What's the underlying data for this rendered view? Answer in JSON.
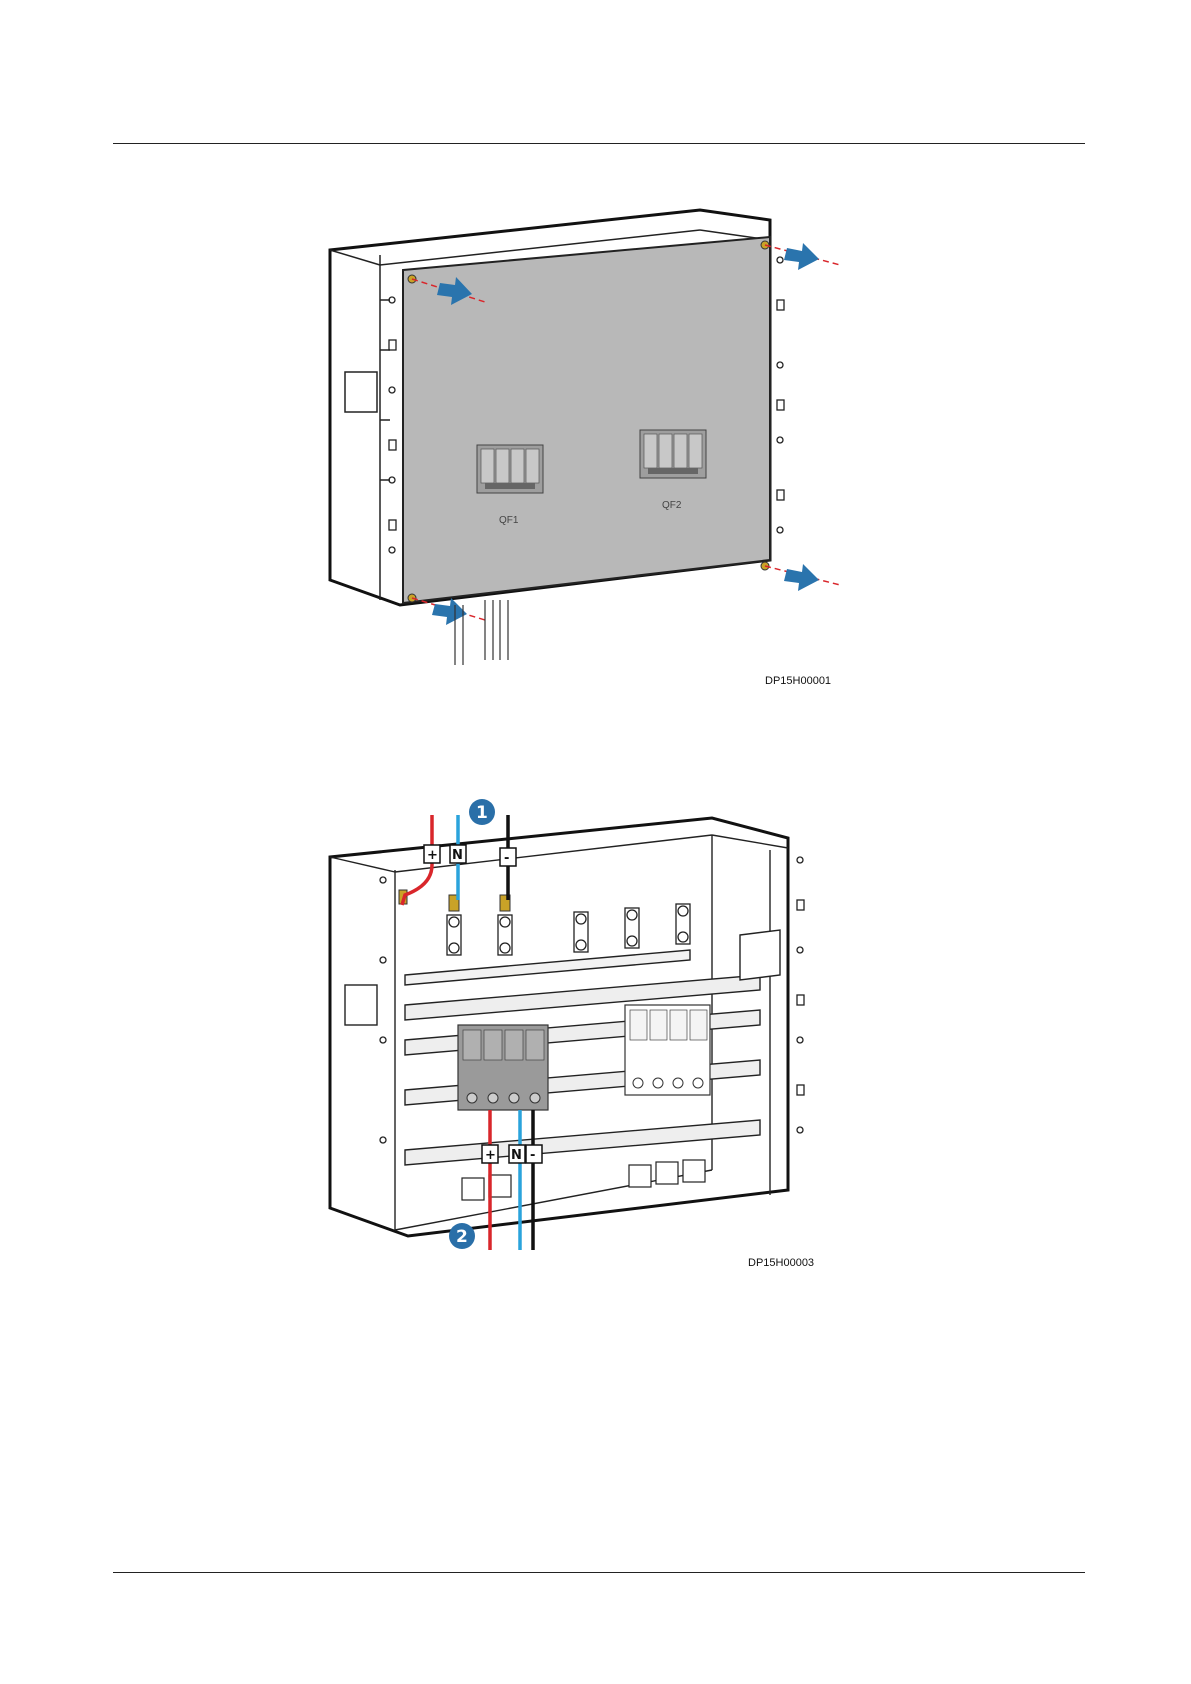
{
  "figure1": {
    "code": "DP15H00001",
    "breakers": [
      {
        "label": "QF1"
      },
      {
        "label": "QF2"
      }
    ]
  },
  "figure2": {
    "code": "DP15H00003",
    "callouts": [
      "1",
      "2"
    ],
    "terminals_top": [
      "+",
      "N",
      "-"
    ],
    "terminals_bottom": [
      "+",
      "N",
      "-"
    ]
  },
  "colors": {
    "cable_positive": "#d9262b",
    "cable_neutral": "#2aa3dc",
    "cable_negative": "#111111",
    "arrow": "#2a74ad",
    "cover_panel": "#b8b8b8",
    "breaker_dark": "#9a9a9a",
    "callout": "#2a6fa8"
  }
}
